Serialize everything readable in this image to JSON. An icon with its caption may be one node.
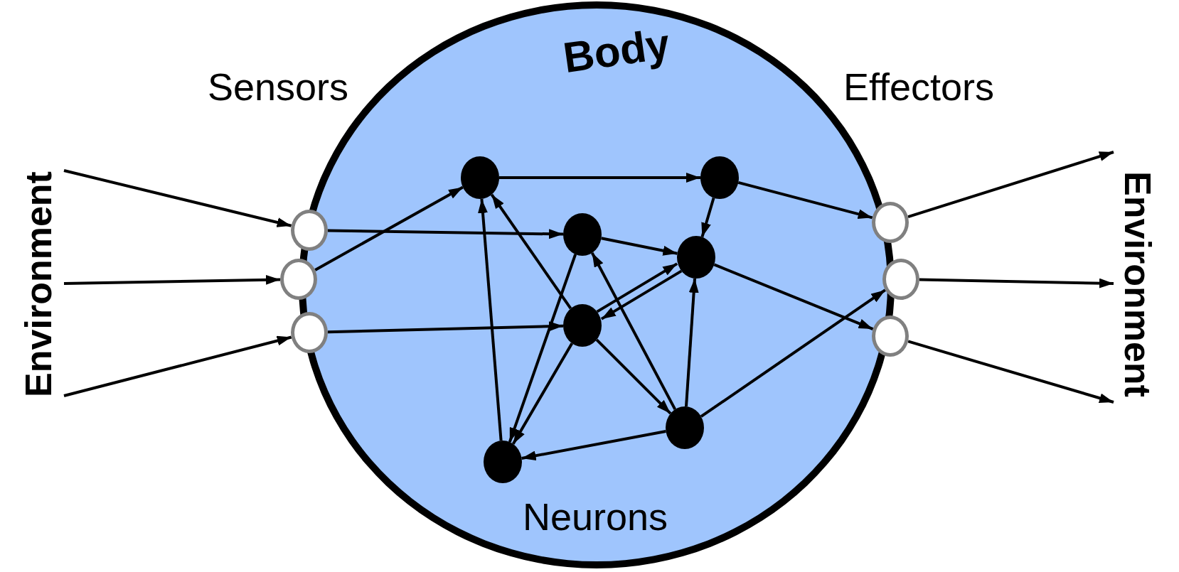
{
  "diagram": {
    "nodes": [
      {
        "text": [
          "Environment"
        ]
      },
      {
        "text": [
          "Body"
        ]
      },
      {
        "text": [],
        "shape": "circle",
        "in": 1
      },
      {
        "text": [],
        "shape": "circle",
        "in": 1
      },
      {
        "text": [],
        "shape": "circle",
        "in": 1
      },
      {
        "text": [],
        "shape": "circle",
        "in": 1
      },
      {
        "text": [],
        "shape": "circle",
        "in": 1
      },
      {
        "text": [],
        "shape": "circle",
        "in": 1
      },
      {
        "text": [],
        "shape": "circle",
        "in": 1
      },
      {
        "text": [],
        "shape": "circle"
      },
      {
        "text": [],
        "shape": "circle"
      },
      {
        "text": [],
        "shape": "circle"
      },
      {
        "text": [],
        "shape": "circle"
      },
      {
        "text": [],
        "shape": "circle"
      },
      {
        "text": [],
        "shape": "circle"
      },
      {
        "text": [
          "Environment"
        ]
      }
    ],
    "edges": [
      {
        "from": 0,
        "to": 9,
        "arrow": "to"
      },
      {
        "from": 0,
        "to": 10,
        "arrow": "to"
      },
      {
        "from": 0,
        "to": 11,
        "arrow": "to"
      },
      {
        "from": 9,
        "to": 4,
        "arrow": "to"
      },
      {
        "from": 10,
        "to": 2,
        "arrow": "to"
      },
      {
        "from": 11,
        "to": 6,
        "arrow": "to"
      },
      {
        "from": 2,
        "to": 3,
        "arrow": "to"
      },
      {
        "from": 3,
        "to": 12,
        "arrow": "to"
      },
      {
        "from": 3,
        "to": 5,
        "arrow": "to"
      },
      {
        "from": 4,
        "to": 5,
        "arrow": "to"
      },
      {
        "from": 4,
        "to": 8,
        "arrow": "to"
      },
      {
        "from": 6,
        "to": 2,
        "arrow": "to"
      },
      {
        "from": 6,
        "to": 5,
        "arrow": "to"
      },
      {
        "from": 5,
        "to": 6,
        "arrow": "to"
      },
      {
        "from": 6,
        "to": 8,
        "arrow": "to"
      },
      {
        "from": 6,
        "to": 7,
        "arrow": "to"
      },
      {
        "from": 7,
        "to": 4,
        "arrow": "to"
      },
      {
        "from": 7,
        "to": 5,
        "arrow": "to"
      },
      {
        "from": 7,
        "to": 13,
        "arrow": "to"
      },
      {
        "from": 7,
        "to": 8,
        "arrow": "to"
      },
      {
        "from": 8,
        "to": 2,
        "arrow": "to"
      },
      {
        "from": 5,
        "to": 14,
        "arrow": "to"
      },
      {
        "from": 12,
        "to": 15,
        "arrow": "to"
      },
      {
        "from": 13,
        "to": 15,
        "arrow": "to"
      },
      {
        "from": 14,
        "to": 15,
        "arrow": "to"
      }
    ],
    "labels": [
      "Sensors",
      "Effectors",
      "Neurons"
    ]
  }
}
